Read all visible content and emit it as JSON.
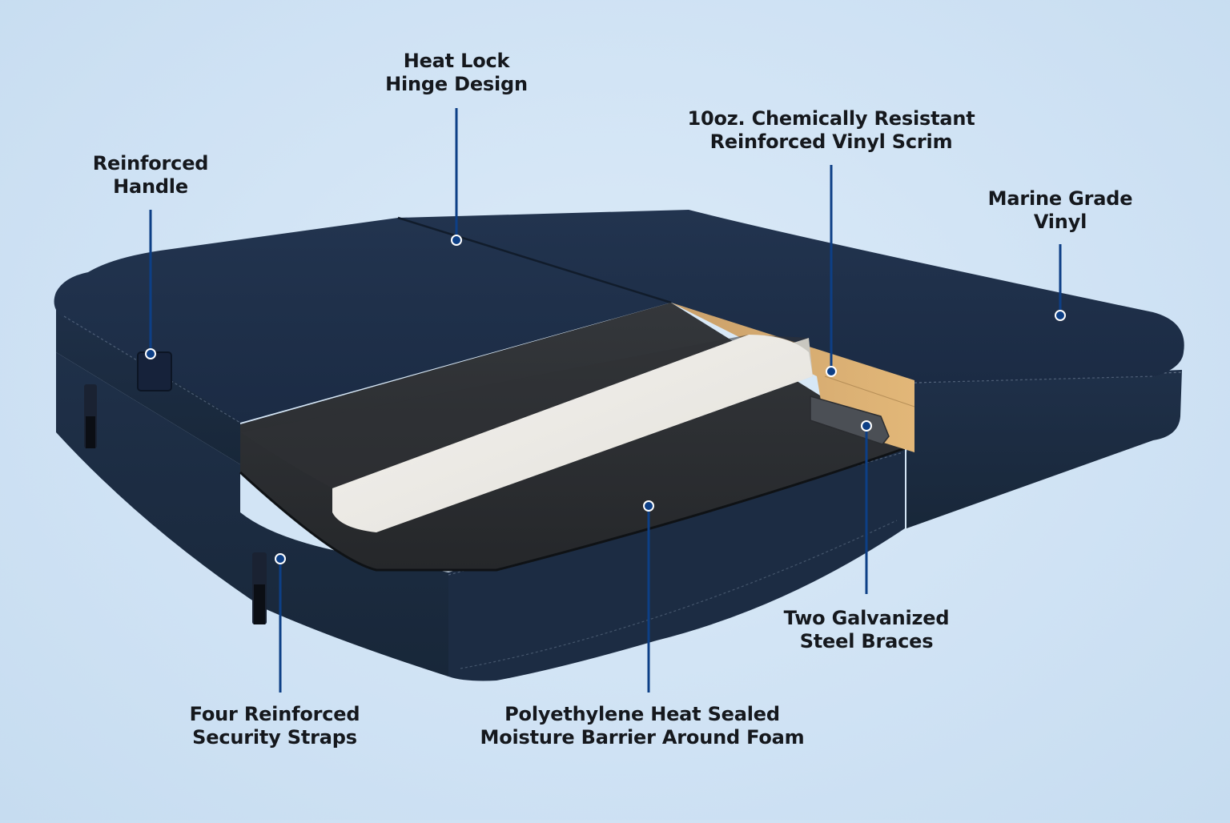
{
  "callouts": {
    "heat_lock": {
      "line1": "Heat Lock",
      "line2": "Hinge Design"
    },
    "handle": {
      "line1": "Reinforced",
      "line2": "Handle"
    },
    "vinyl_scrim": {
      "line1": "10oz. Chemically Resistant",
      "line2": "Reinforced Vinyl Scrim"
    },
    "marine_vinyl": {
      "line1": "Marine Grade",
      "line2": "Vinyl"
    },
    "steel_braces": {
      "line1": "Two Galvanized",
      "line2": "Steel Braces"
    },
    "security_straps": {
      "line1": "Four Reinforced",
      "line2": "Security Straps"
    },
    "moisture_barrier": {
      "line1": "Polyethylene Heat Sealed",
      "line2": "Moisture Barrier Around Foam"
    }
  },
  "colors": {
    "background": "#d3e5f6",
    "vinyl": "#1e2f4a",
    "leader_line": "#0d3f86",
    "foam": "#ecebe6",
    "barrier": "#2b2d30",
    "wood": "#d7a968"
  }
}
